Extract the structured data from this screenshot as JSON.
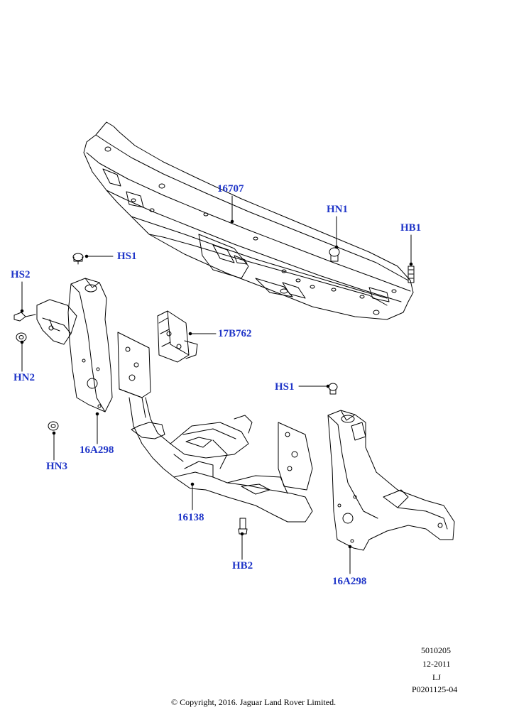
{
  "colors": {
    "callout": "#1f35c8",
    "line": "#000000"
  },
  "callouts": {
    "p16707": "16707",
    "hn1": "HN1",
    "hb1": "HB1",
    "hs1_left": "HS1",
    "hs2": "HS2",
    "hn2": "HN2",
    "p17b762": "17B762",
    "hs1_right": "HS1",
    "p16a298_left": "16A298",
    "hn3": "HN3",
    "p16138": "16138",
    "hb2": "HB2",
    "p16a298_right": "16A298"
  },
  "footer": {
    "ref1": "5010205",
    "ref2": "12-2011",
    "ref3": "LJ",
    "ref4": "P0201125-04",
    "copyright": "© Copyright, 2016. Jaguar Land Rover Limited."
  }
}
